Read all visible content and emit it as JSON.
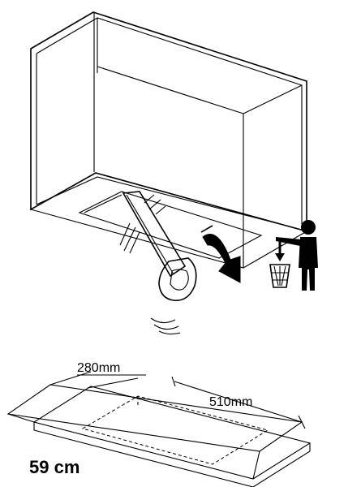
{
  "dimensions": {
    "depth_label": "280mm",
    "width_label": "510mm",
    "size_label": "59 cm"
  },
  "icons": [
    "cabinet-icon",
    "saw-icon",
    "arrow-icon",
    "person-icon",
    "trash-bin-icon",
    "vibration-icon"
  ],
  "colors": {
    "line": "#000000",
    "background": "#ffffff"
  }
}
